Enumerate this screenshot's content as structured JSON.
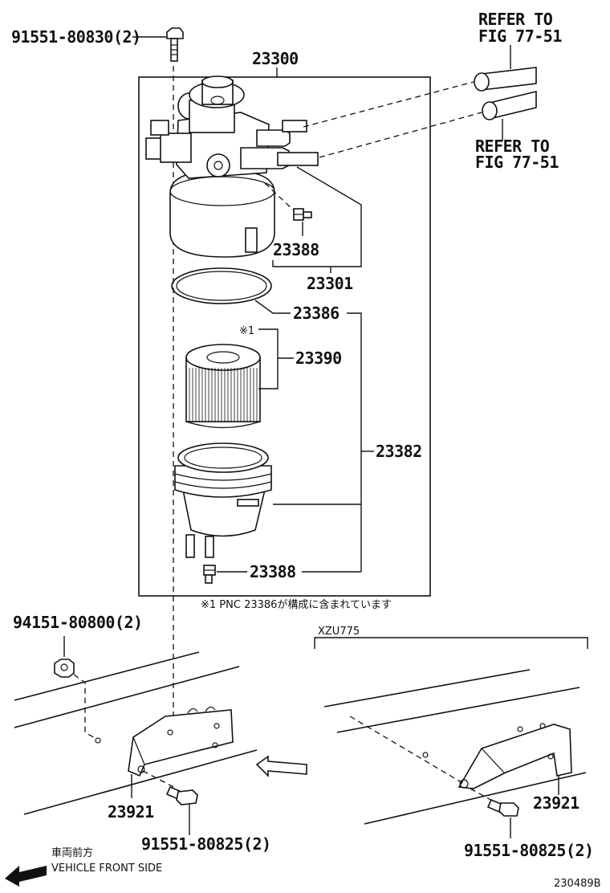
{
  "labels": {
    "bolt_top": "91551-80830(2)",
    "assembly": "23300",
    "refer_1_line1": "REFER TO",
    "refer_1_line2": "FIG 77-51",
    "refer_2_line1": "REFER TO",
    "refer_2_line2": "FIG 77-51",
    "plug_upper": "23388",
    "head_group": "23301",
    "oring": "23386",
    "note_mark": "※1",
    "element": "23390",
    "case_group": "23382",
    "plug_lower": "23388",
    "note_text": "※1 PNC 23386が構成に含まれています",
    "nut": "94151-80800(2)",
    "variant": "XZU775",
    "bracket_left": "23921",
    "bolt_left": "91551-80825(2)",
    "bracket_right": "23921",
    "bolt_right": "91551-80825(2)",
    "front_jp": "車両前方",
    "front_en": "VEHICLE FRONT SIDE",
    "figure_code": "230489B"
  },
  "icons": [
    "front-arrow-icon",
    "direction-arrow-icon"
  ]
}
